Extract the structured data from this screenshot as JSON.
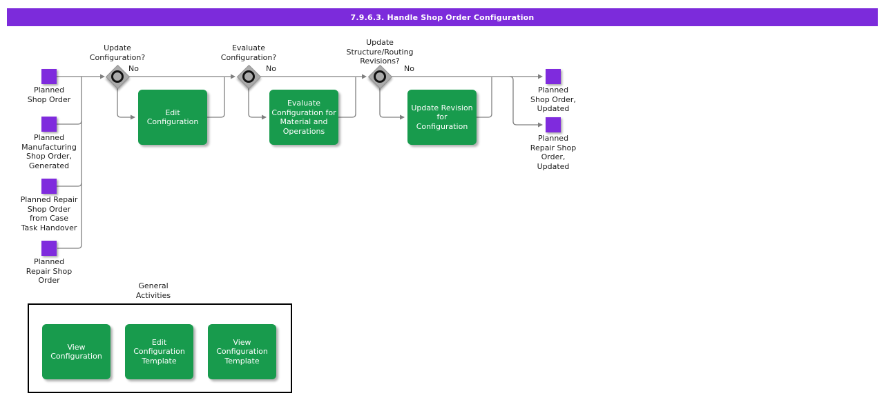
{
  "title": "7.9.6.3. Handle Shop Order Configuration",
  "colors": {
    "title_bar": "#7c2bdb",
    "event": "#7f2bdd",
    "activity": "#189b4d",
    "gateway": "#ababab",
    "line": "#808080"
  },
  "inputs": [
    {
      "label": "Planned\nShop Order"
    },
    {
      "label": "Planned\nManufacturing\nShop Order,\nGenerated"
    },
    {
      "label": "Planned Repair\nShop Order\nfrom Case\nTask Handover"
    },
    {
      "label": "Planned\nRepair Shop\nOrder"
    }
  ],
  "gateways": [
    {
      "question": "Update\nConfiguration?",
      "answer": "No"
    },
    {
      "question": "Evaluate\nConfiguration?",
      "answer": "No"
    },
    {
      "question": "Update\nStructure/Routing\nRevisions?",
      "answer": "No"
    }
  ],
  "activities": [
    {
      "label": "Edit\nConfiguration"
    },
    {
      "label": "Evaluate\nConfiguration for\nMaterial and\nOperations"
    },
    {
      "label": "Update Revision\nfor\nConfiguration"
    }
  ],
  "outputs": [
    {
      "label": "Planned\nShop Order,\nUpdated"
    },
    {
      "label": "Planned\nRepair Shop\nOrder,\nUpdated"
    }
  ],
  "general_activities": {
    "label": "General\nActivities",
    "items": [
      {
        "label": "View\nConfiguration"
      },
      {
        "label": "Edit\nConfiguration\nTemplate"
      },
      {
        "label": "View\nConfiguration\nTemplate"
      }
    ]
  }
}
